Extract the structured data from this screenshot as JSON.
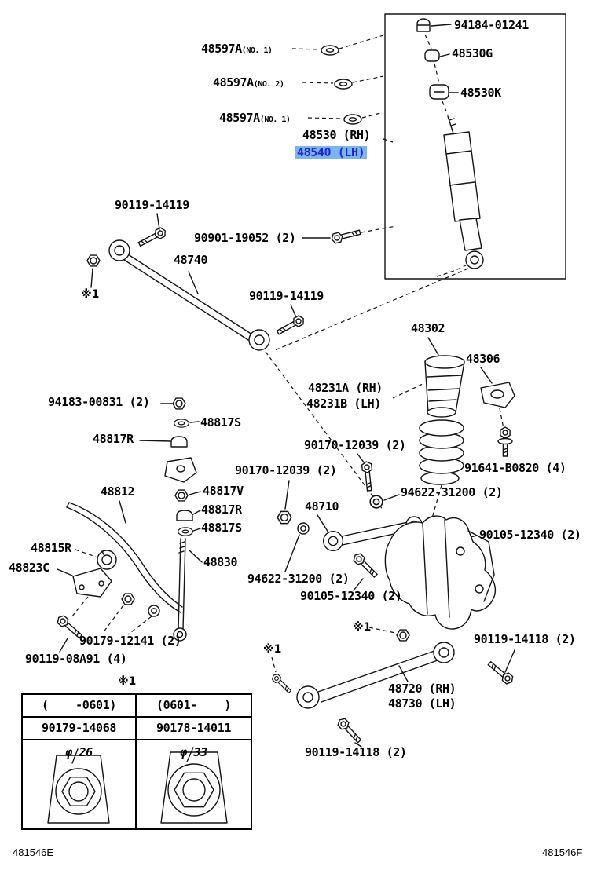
{
  "page": {
    "footer_left": "481546E",
    "footer_right": "481546F"
  },
  "highlight": {
    "bg": "#7db3ef",
    "fg": "#2026d2"
  },
  "labels": {
    "p94184": {
      "text": "94184-01241"
    },
    "p48597a_no1a": {
      "text": "48597A",
      "note": "(NO. 1)"
    },
    "p48530g": {
      "text": "48530G"
    },
    "p48597a_no2": {
      "text": "48597A",
      "note": "(NO. 2)"
    },
    "p48530k": {
      "text": "48530K"
    },
    "p48597a_no1b": {
      "text": "48597A",
      "note": "(NO. 1)"
    },
    "p48530rh": {
      "text": "48530 (RH)"
    },
    "p48540lh": {
      "text": "48540 (LH)"
    },
    "p90119_14119a": {
      "text": "90119-14119"
    },
    "p90901": {
      "text": "90901-19052 (2)"
    },
    "p48740": {
      "text": "48740"
    },
    "ref1_rod": {
      "text": "※1"
    },
    "p90119_14119b": {
      "text": "90119-14119"
    },
    "p48302": {
      "text": "48302"
    },
    "p48306": {
      "text": "48306"
    },
    "p48231a": {
      "text": "48231A (RH)"
    },
    "p48231b": {
      "text": "48231B (LH)"
    },
    "p94183": {
      "text": "94183-00831 (2)"
    },
    "p48817s_a": {
      "text": "48817S"
    },
    "p48817r_a": {
      "text": "48817R"
    },
    "p90170a": {
      "text": "90170-12039 (2)"
    },
    "p90170b": {
      "text": "90170-12039 (2)"
    },
    "p91641": {
      "text": "91641-B0820 (4)"
    },
    "p48812": {
      "text": "48812"
    },
    "p48817v": {
      "text": "48817V"
    },
    "p48817r_b": {
      "text": "48817R"
    },
    "p48817s_b": {
      "text": "48817S"
    },
    "p94622a": {
      "text": "94622-31200 (2)"
    },
    "p48710": {
      "text": "48710"
    },
    "p90105a": {
      "text": "90105-12340 (2)"
    },
    "p48815r": {
      "text": "48815R"
    },
    "p48823c": {
      "text": "48823C"
    },
    "p48830": {
      "text": "48830"
    },
    "p94622b": {
      "text": "94622-31200 (2)"
    },
    "p90105b": {
      "text": "90105-12340 (2)"
    },
    "p90179_12141": {
      "text": "90179-12141 (2)"
    },
    "p90119_08a91": {
      "text": "90119-08A91 (4)"
    },
    "ref1_axle": {
      "text": "※1"
    },
    "p90119_14118a": {
      "text": "90119-14118 (2)"
    },
    "ref1_arm": {
      "text": "※1"
    },
    "p48720": {
      "text": "48720 (RH)"
    },
    "p48730": {
      "text": "48730 (LH)"
    },
    "p90119_14118b": {
      "text": "90119-14118 (2)"
    }
  },
  "table": {
    "ref": "※1",
    "columns": [
      {
        "header": "(    -0601)",
        "part": "90179-14068",
        "diameter": "φ 26"
      },
      {
        "header": "(0601-    )",
        "part": "90178-14011",
        "diameter": "φ 33"
      }
    ]
  }
}
